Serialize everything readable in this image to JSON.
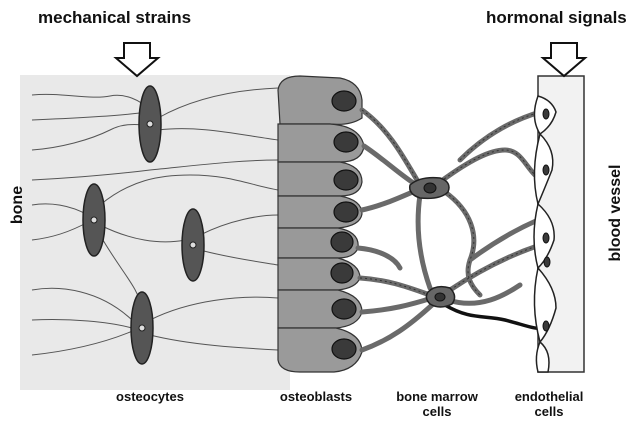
{
  "labels": {
    "mechanical_strains": "mechanical strains",
    "hormonal_signals": "hormonal signals",
    "bone": "bone",
    "blood_vessel": "blood vessel",
    "osteocytes": "osteocytes",
    "osteoblasts": "osteoblasts",
    "bone_marrow_cells": "bone marrow cells",
    "endothelial_cells": "endothelial cells"
  },
  "colors": {
    "bone_bg": "#e8e8e8",
    "cell_fill": "#9a9a9a",
    "osteocyte_fill": "#555555",
    "nucleus_fill": "#3a3a3a",
    "process_color": "#6a6a6a",
    "outline": "#222222"
  }
}
